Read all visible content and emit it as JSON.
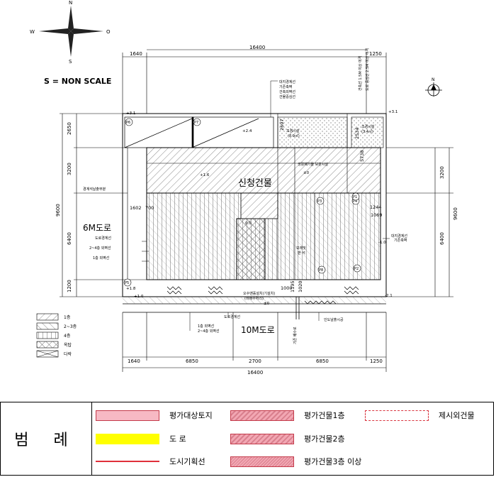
{
  "compass": {
    "n": "N",
    "s": "S",
    "e": "O",
    "w": "W"
  },
  "scale_note": "S = NON SCALE",
  "title_building": "신청건물",
  "roads": {
    "west": "6M도로",
    "south": "10M도로"
  },
  "dims": {
    "top_total": "16400",
    "top_left": "1640",
    "top_right": "1250",
    "bottom_total": "16400",
    "bottom_a": "1640",
    "bottom_b": "6850",
    "bottom_c": "2700",
    "bottom_d": "6850",
    "bottom_e": "1250",
    "left_a": "2650",
    "left_b": "3200",
    "left_total": "9600",
    "left_c": "6400",
    "left_d": "1200",
    "right_a": "3200",
    "right_total": "9600",
    "right_c": "6400",
    "d1602": "1602",
    "d700": "700",
    "d1244": "1244",
    "d1069": "1069",
    "d2697": "2697",
    "d2534": "2534",
    "d5738": "5738",
    "d1000": "1000",
    "d1195": "1195",
    "d1020": "1020",
    "d3200v": "3200"
  },
  "levels": {
    "p31a": "+3.1",
    "p31b": "+3.1",
    "p24": "+2.4",
    "p16": "+1.6",
    "p18": "+1.8",
    "p10a": "+1.0",
    "p10b": "+1.0",
    "m10": "-1.0",
    "m21": "-2.1",
    "v00": "0.0",
    "v10": "±0"
  },
  "points": [
    "P6",
    "P7",
    "P5",
    "P3",
    "P4",
    "P1",
    "P2",
    "P8"
  ],
  "annotations": {
    "a1": "대지경계선",
    "a2": "기존축벽",
    "a3": "건축외벽선",
    "a4": "건물중심선",
    "a5": "조경시설",
    "a6": "(8.9㎡)",
    "a7": "조경시설",
    "a8": "(3.4㎡)",
    "a9": "생활폐기물 보관시설",
    "a10": "경계석날출부분",
    "a11": "도로경계선",
    "a12": "2~4층 외벽선",
    "a13": "1층 외벽선",
    "a14": "대지경계선",
    "a15": "기존축벽",
    "a16": "오수맨홀설치(기설치)",
    "a17": "(비배수처리)",
    "a18": "도로경계선",
    "a19": "1층 외벽선",
    "a20": "2~4층 외벽선",
    "a21": "인도날출시공",
    "a22": "기존 배수로",
    "a23": "모래및",
    "a24": "판 석",
    "a25": "건축선 1.5M 이상 이격",
    "a26": "도로 중심선 2.5M 이상 이격"
  },
  "small_legend": [
    "1층",
    "2~3층",
    "4층",
    "옥탑",
    "다락"
  ],
  "legend": {
    "title": "범 례",
    "items": [
      {
        "label": "평가대상토지",
        "color": "#f7b9c4"
      },
      {
        "label": "평가건물1층",
        "color": "#f2a7b3"
      },
      {
        "label": "제시외건물",
        "color": "#d9343f"
      },
      {
        "label": "도        로",
        "color": "#ffff00"
      },
      {
        "label": "평가건물2층",
        "color": "#f2a7b3"
      },
      {
        "label": "도시기획선",
        "color": "#e0303a"
      },
      {
        "label": "평가건물3층 이상",
        "color": "#f2a7b3"
      }
    ]
  }
}
